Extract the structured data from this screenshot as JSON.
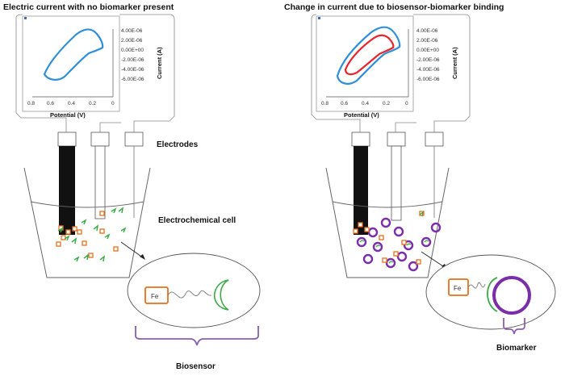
{
  "left": {
    "title": "Electric current with no biomarker present",
    "plot": {
      "y_axis_label": "Current (A)",
      "x_axis_label": "Potential (V)",
      "y_ticks": [
        "4.00E-06",
        "2.00E-06",
        "0.00E+00",
        "-2.00E-06",
        "-4.00E-06",
        "-6.00E-06"
      ],
      "x_ticks": [
        "0.8",
        "0.6",
        "0.4",
        "0.2",
        "0"
      ]
    },
    "electrodes_label": "Electrodes",
    "cell_label": "Electrochemical cell",
    "fe_label": "Fe",
    "biosensor_label": "Biosensor"
  },
  "right": {
    "title": "Change in current due to biosensor-biomarker binding",
    "plot": {
      "y_axis_label": "Current (A)",
      "x_axis_label": "Potential (V)",
      "y_ticks": [
        "4.00E-06",
        "2.00E-06",
        "0.00E+00",
        "-2.00E-06",
        "-4.00E-06",
        "-6.00E-06"
      ],
      "x_ticks": [
        "0.8",
        "0.6",
        "0.4",
        "0.2",
        "0"
      ]
    },
    "fe_label": "Fe",
    "biomarker_label": "Biomarker"
  },
  "colors": {
    "blue_trace": "#2f8fd8",
    "red_trace": "#e8242c",
    "orange": "#e6711d",
    "green": "#3daa48",
    "purple": "#7a2fa8",
    "bracket": "#8b5fb0"
  }
}
